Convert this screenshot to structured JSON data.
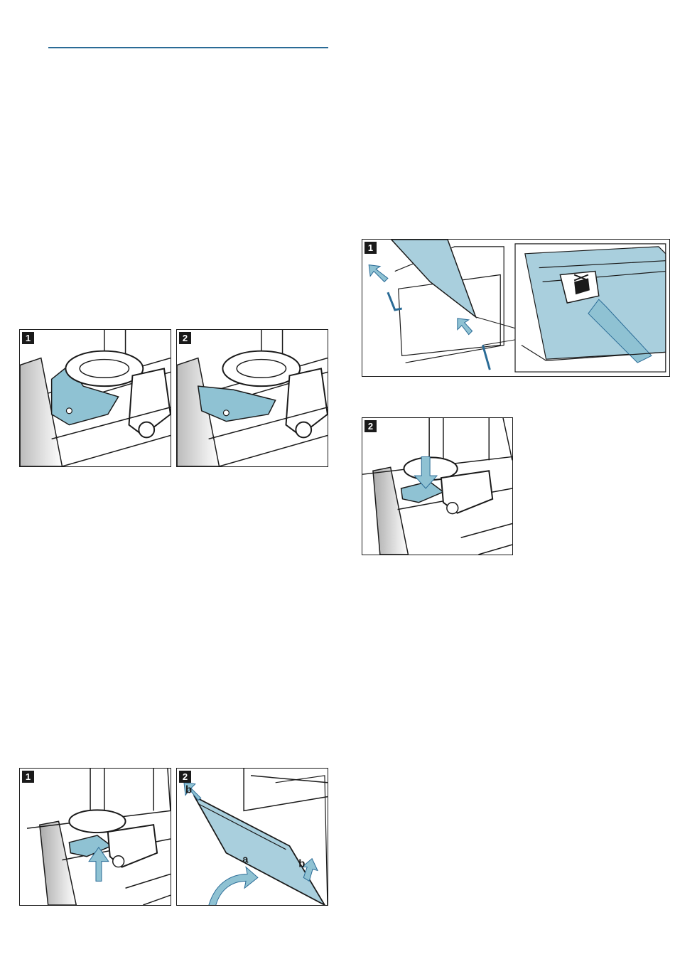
{
  "colors": {
    "accent": "#2a6b96",
    "part_blue": "#8fc2d3",
    "glass_blue": "#a9cfdd",
    "line": "#1a1a1a",
    "badge_bg": "#1a1a1a"
  },
  "figures": {
    "hinge_lock": {
      "step1": {
        "badge": "1"
      },
      "step2": {
        "badge": "2"
      }
    },
    "door_unhook": {
      "step1": {
        "badge": "1"
      },
      "step2": {
        "badge": "2",
        "label_a": "a",
        "label_b_top": "b",
        "label_b_right": "b"
      }
    },
    "glass_insert": {
      "step1": {
        "badge": "1"
      },
      "step2": {
        "badge": "2"
      }
    }
  }
}
